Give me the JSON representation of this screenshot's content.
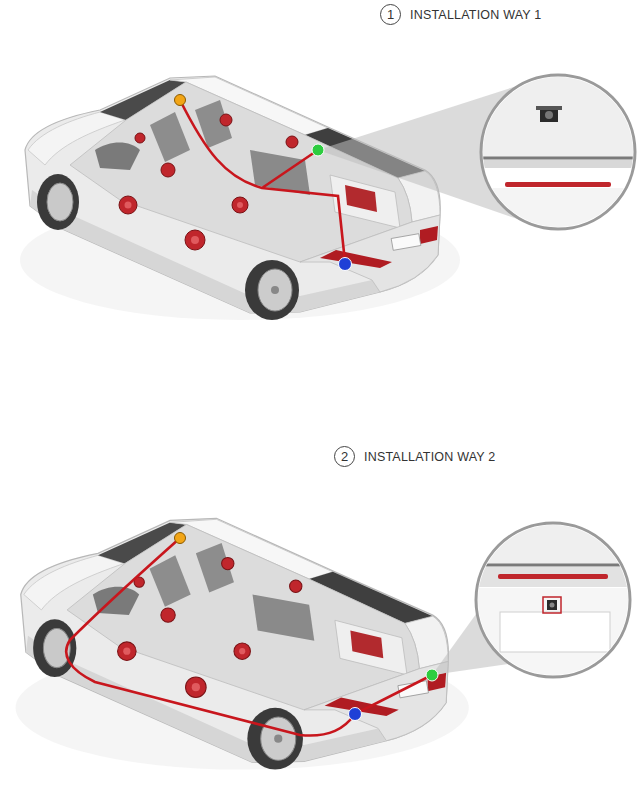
{
  "diagram": {
    "nodes": [
      {
        "text": [
          "1"
        ]
      },
      {
        "text": [
          "2"
        ]
      }
    ],
    "labels": [
      "INSTALLATION WAY 1",
      "INSTALLATION WAY 2"
    ]
  }
}
